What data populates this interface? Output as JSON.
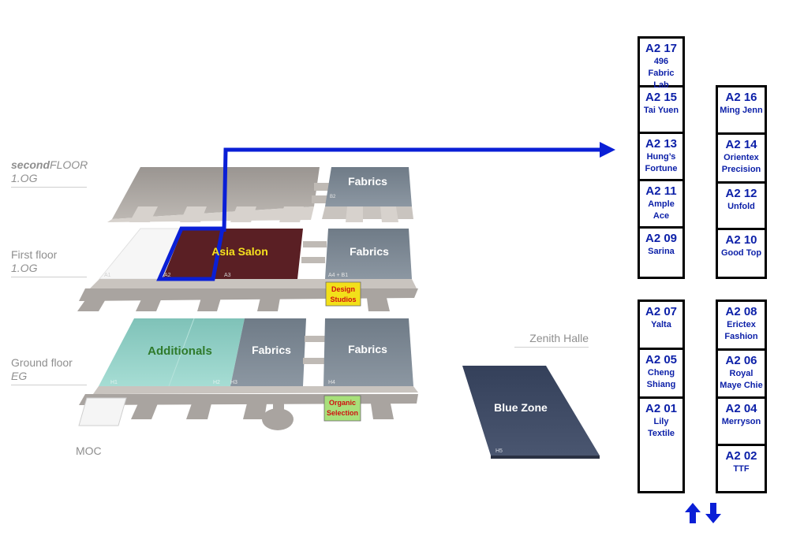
{
  "floors": {
    "second": {
      "word1": "second",
      "word2": "FLOOR",
      "code": "1.OG"
    },
    "first": {
      "name": "First floor",
      "code": "1.OG"
    },
    "ground": {
      "name": "Ground floor",
      "code": "EG"
    }
  },
  "labels": {
    "moc": "MOC",
    "zenith": "Zenith Halle"
  },
  "halls": {
    "second_fabrics": "Fabrics",
    "second_code": "B2",
    "asia_salon": "Asia Salon",
    "first_fabrics": "Fabrics",
    "design_studios_1": "Design",
    "design_studios_2": "Studios",
    "additionals": "Additionals",
    "ground_fabrics_1": "Fabrics",
    "ground_fabrics_2": "Fabrics",
    "organic_1": "Organic",
    "organic_2": "Selection",
    "blue_zone": "Blue Zone",
    "code_a1": "A1",
    "code_a2": "A2",
    "code_a3": "A3",
    "code_a4b1": "A4 + B1",
    "code_h1": "H1",
    "code_h2": "H2",
    "code_h3": "H3",
    "code_h4": "H4",
    "code_h5": "H5"
  },
  "colors": {
    "asia_salon": "#5a1f24",
    "highlight": "#0a1fd6",
    "fabrics": "#7d8893",
    "additionals": "#8fcfc5",
    "blue_zone": "#3c4659",
    "booth_text": "#0b1fa8",
    "design_studios": "#f2e01a",
    "organic_selection": "#a8e07a"
  },
  "booths": {
    "left_top": [
      {
        "num": "A2 17",
        "lines": [
          "496",
          "Fabric Lab"
        ]
      },
      {
        "num": "A2 15",
        "lines": [
          "Tai Yuen"
        ]
      },
      {
        "num": "A2 13",
        "lines": [
          "Hung’s",
          "Fortune"
        ]
      },
      {
        "num": "A2 11",
        "lines": [
          "Ample",
          "Ace"
        ]
      },
      {
        "num": "A2 09",
        "lines": [
          "Sarina"
        ]
      }
    ],
    "right_top": [
      {
        "num": "A2 16",
        "lines": [
          "Ming Jenn"
        ]
      },
      {
        "num": "A2 14",
        "lines": [
          "Orientex",
          "Precision"
        ]
      },
      {
        "num": "A2 12",
        "lines": [
          "Unfold"
        ]
      },
      {
        "num": "A2 10",
        "lines": [
          "Good Top"
        ]
      }
    ],
    "left_bottom": [
      {
        "num": "A2 07",
        "lines": [
          "Yalta"
        ]
      },
      {
        "num": "A2 05",
        "lines": [
          "Cheng",
          "Shiang"
        ]
      },
      {
        "num": "A2 01",
        "lines": [
          "Lily",
          "Textile"
        ]
      }
    ],
    "right_bottom": [
      {
        "num": "A2 08",
        "lines": [
          "Erictex",
          "Fashion"
        ]
      },
      {
        "num": "A2 06",
        "lines": [
          "Royal",
          "Maye Chie"
        ]
      },
      {
        "num": "A2 04",
        "lines": [
          "Merryson"
        ]
      },
      {
        "num": "A2 02",
        "lines": [
          "TTF"
        ]
      }
    ]
  },
  "icons": {
    "route": "route-arrow-icon",
    "up": "arrow-up-icon",
    "down": "arrow-down-icon"
  }
}
